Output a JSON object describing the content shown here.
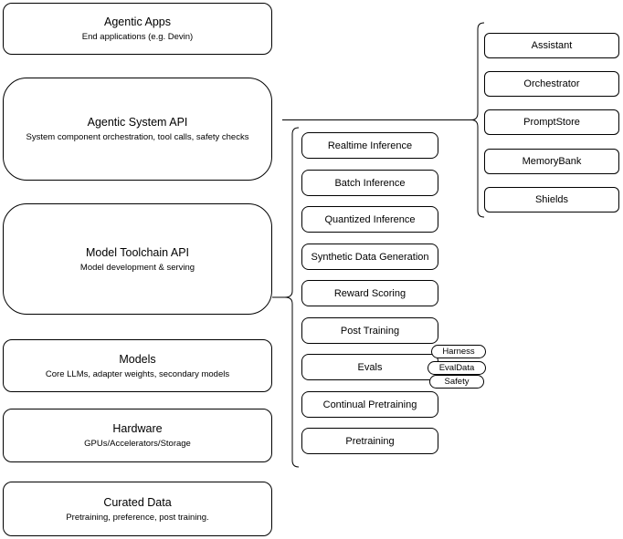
{
  "diagram": {
    "title_hint": "Agentic stack architecture diagram",
    "colors": {
      "stroke": "#000000",
      "fill": "#ffffff",
      "text": "#000000"
    },
    "left_stack": [
      {
        "title": "Agentic Apps",
        "subtitle": "End applications (e.g. Devin)"
      },
      {
        "title": "Agentic System API",
        "subtitle": "System component orchestration, tool calls, safety checks"
      },
      {
        "title": "Model Toolchain API",
        "subtitle": "Model development & serving"
      },
      {
        "title": "Models",
        "subtitle": "Core LLMs, adapter weights, secondary models"
      },
      {
        "title": "Hardware",
        "subtitle": "GPUs/Accelerators/Storage"
      },
      {
        "title": "Curated Data",
        "subtitle": "Pretraining, preference, post training."
      }
    ],
    "toolchain_group": {
      "items": [
        "Realtime Inference",
        "Batch Inference",
        "Quantized Inference",
        "Synthetic Data Generation",
        "Reward Scoring",
        "Post Training",
        "Evals",
        "Continual Pretraining",
        "Pretraining"
      ],
      "evals_tags": [
        "Harness",
        "EvalData",
        "Safety"
      ]
    },
    "system_group": {
      "items": [
        "Assistant",
        "Orchestrator",
        "PromptStore",
        "MemoryBank",
        "Shields"
      ]
    }
  }
}
